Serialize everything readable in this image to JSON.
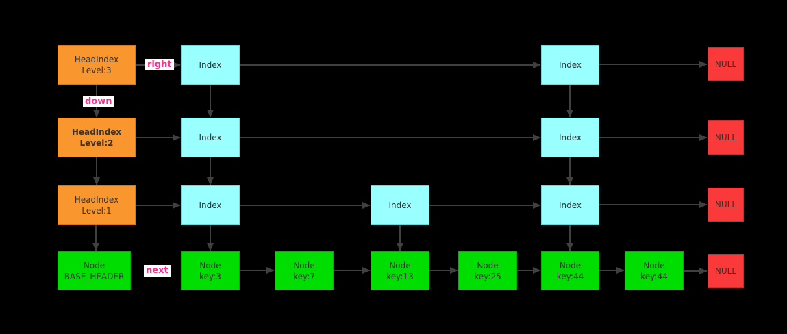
{
  "colors": {
    "background": "#000000",
    "head_index_fill": "#f9962d",
    "index_fill": "#99ffff",
    "node_fill": "#00dd00",
    "null_fill": "#fa3a3a",
    "edge_label_color": "#ff2d8d",
    "edge_label_bg": "#ffffff",
    "arrow_color": "#404040",
    "box_text_color": "#333333"
  },
  "diagram": {
    "head_indexes": [
      {
        "line1": "HeadIndex",
        "line2": "Level:3"
      },
      {
        "line1": "HeadIndex",
        "line2": "Level:2"
      },
      {
        "line1": "HeadIndex",
        "line2": "Level:1"
      }
    ],
    "index_label": "Index",
    "null_label": "NULL",
    "base_node": {
      "line1": "Node",
      "line2": "BASE_HEADER"
    },
    "data_nodes": [
      {
        "line1": "Node",
        "line2": "key:3"
      },
      {
        "line1": "Node",
        "line2": "key:7"
      },
      {
        "line1": "Node",
        "line2": "key:13"
      },
      {
        "line1": "Node",
        "line2": "key:25"
      },
      {
        "line1": "Node",
        "line2": "key:44"
      },
      {
        "line1": "Node",
        "line2": "key:44"
      }
    ],
    "edge_labels": {
      "right": "right",
      "down": "down",
      "next": "next"
    }
  }
}
